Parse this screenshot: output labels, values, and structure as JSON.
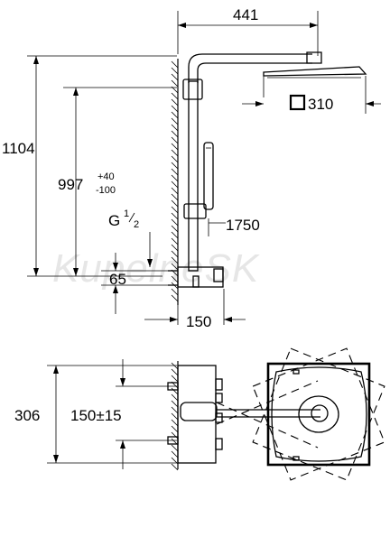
{
  "watermark": "KupelneSK",
  "front_view": {
    "width_441": "441",
    "head_310": "310",
    "height_1104": "1104",
    "height_997": "997",
    "tol_plus": "+40",
    "tol_minus": "-100",
    "thread_g": "G",
    "thread_num": "1",
    "thread_den": "2",
    "hose_1750": "1750",
    "depth_65": "65",
    "depth_150": "150"
  },
  "plan_view": {
    "dim_306": "306",
    "dim_150": "150±15"
  },
  "icons": {
    "square_symbol": "square-symbol-icon"
  }
}
